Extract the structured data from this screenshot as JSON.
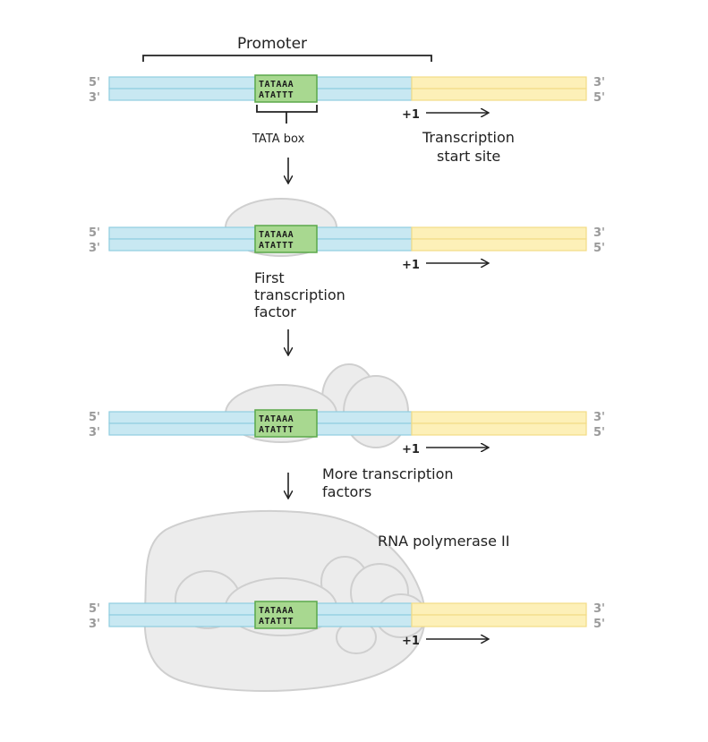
{
  "colors": {
    "promoter_fill": "#c8e8f2",
    "promoter_stroke": "#8fcde0",
    "gene_fill": "#fdf0b8",
    "gene_stroke": "#f2dc86",
    "tata_fill": "#a8d890",
    "tata_stroke": "#5ba84a",
    "protein_fill": "#ececec",
    "protein_stroke": "#cfcfcf"
  },
  "labels": {
    "promoter": "Promoter",
    "tata_box": "TATA box",
    "tss_line1": "Transcription",
    "tss_line2": "start site",
    "first_tf_line1": "First",
    "first_tf_line2": "transcription",
    "first_tf_line3": "factor",
    "more_tf_line1": "More transcription",
    "more_tf_line2": "factors",
    "rna_pol": "RNA polymerase II"
  },
  "dna": {
    "top_strand_left": "5'",
    "bottom_strand_left": "3'",
    "top_strand_right": "3'",
    "bottom_strand_right": "5'",
    "tata_top": "TATAAA",
    "tata_bottom": "ATATTT",
    "plus_one": "+1"
  },
  "steps": [
    {
      "id": "naked-dna"
    },
    {
      "id": "first-factor-bound"
    },
    {
      "id": "more-factors-bound"
    },
    {
      "id": "polymerase-bound"
    }
  ]
}
